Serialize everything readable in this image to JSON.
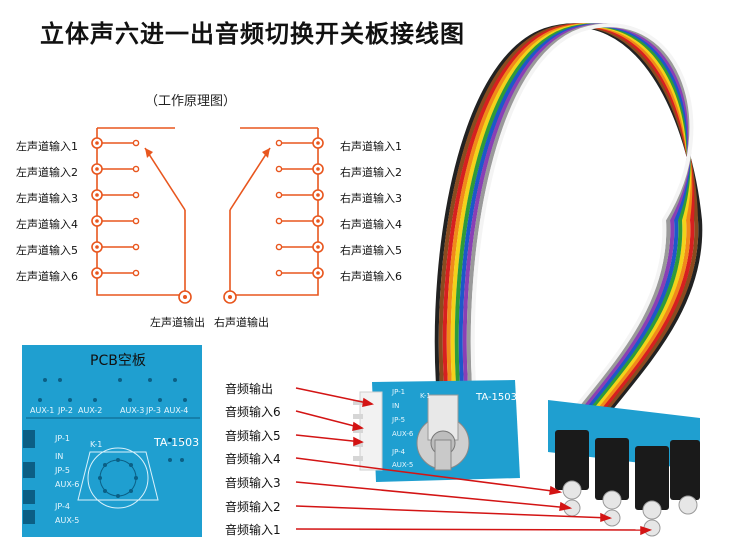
{
  "title": "立体声六进一出音频切换开关板接线图",
  "subtitle": "（工作原理图）",
  "schematic": {
    "left_inputs": [
      "左声道输入1",
      "左声道输入2",
      "左声道输入3",
      "左声道输入4",
      "左声道输入5",
      "左声道输入6"
    ],
    "right_inputs": [
      "右声道输入1",
      "右声道输入2",
      "右声道输入3",
      "右声道输入4",
      "右声道输入5",
      "右声道输入6"
    ],
    "left_output": "左声道输出",
    "right_output": "右声道输出",
    "line_color": "#e8561e"
  },
  "pcb": {
    "title": "PCB空板",
    "model": "TA-1503",
    "labels": [
      "AUX-1",
      "JP-2",
      "AUX-2",
      "AUX-3",
      "JP-3",
      "AUX-4",
      "JP-1",
      "K-1",
      "IN",
      "JP-5",
      "AUX-6",
      "JP-4",
      "AUX-5"
    ],
    "board_color": "#1f9fd0"
  },
  "photo": {
    "model": "TA-1503",
    "labels": [
      "JP-1",
      "IN",
      "JP-5",
      "AUX-6",
      "JP-4",
      "AUX-5",
      "K-1"
    ],
    "arrow_labels": [
      "音频输出",
      "音频输入6",
      "音频输入5",
      "音频输入4",
      "音频输入3",
      "音频输入2",
      "音频输入1"
    ],
    "arrow_color": "#d31414",
    "ribbon_colors": [
      "#222222",
      "#8a4b1f",
      "#d62020",
      "#f08a1a",
      "#f3d21a",
      "#2e9b3a",
      "#1d58c9",
      "#8a3fb5",
      "#9a9a9a",
      "#ffffff"
    ]
  }
}
